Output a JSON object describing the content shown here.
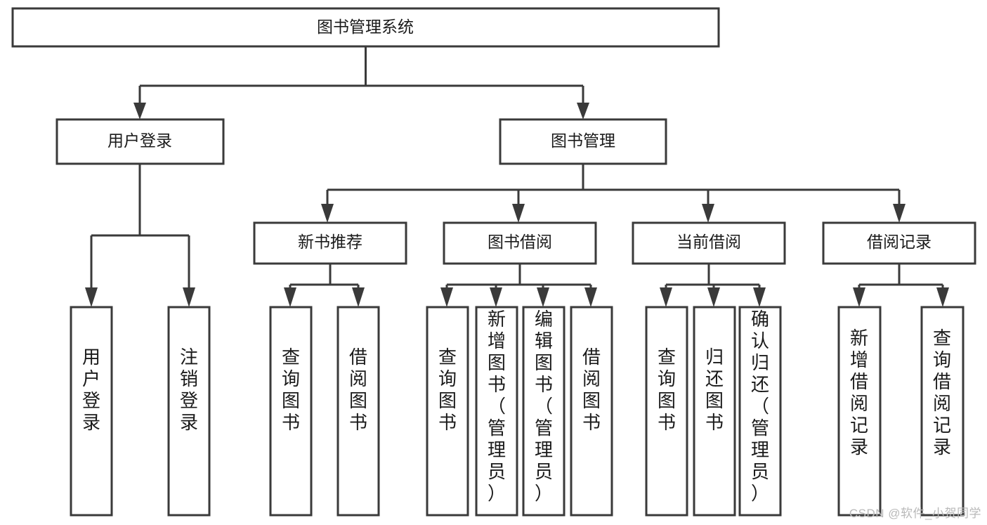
{
  "diagram": {
    "type": "tree-hierarchy",
    "title": "图书管理系统",
    "root": {
      "label": "图书管理系统",
      "orientation": "horizontal"
    },
    "level2": [
      {
        "id": "user-login",
        "label": "用户登录",
        "orientation": "horizontal"
      },
      {
        "id": "book-manage",
        "label": "图书管理",
        "orientation": "horizontal"
      }
    ],
    "level3": [
      {
        "id": "new-book-recommend",
        "label": "新书推荐",
        "orientation": "horizontal",
        "parent": "book-manage"
      },
      {
        "id": "book-borrow",
        "label": "图书借阅",
        "orientation": "horizontal",
        "parent": "book-manage"
      },
      {
        "id": "current-borrow",
        "label": "当前借阅",
        "orientation": "horizontal",
        "parent": "book-manage"
      },
      {
        "id": "borrow-record",
        "label": "借阅记录",
        "orientation": "horizontal",
        "parent": "book-manage"
      }
    ],
    "leaves": [
      {
        "id": "leaf-user-login",
        "label": "用户登录",
        "parent": "user-login",
        "orientation": "vertical"
      },
      {
        "id": "leaf-logout-login",
        "label": "注销登录",
        "parent": "user-login",
        "orientation": "vertical"
      },
      {
        "id": "leaf-query-book-1",
        "label": "查询图书",
        "parent": "new-book-recommend",
        "orientation": "vertical"
      },
      {
        "id": "leaf-borrow-book-1",
        "label": "借阅图书",
        "parent": "new-book-recommend",
        "orientation": "vertical"
      },
      {
        "id": "leaf-query-book-2",
        "label": "查询图书",
        "parent": "book-borrow",
        "orientation": "vertical"
      },
      {
        "id": "leaf-add-book",
        "label": "新增图书（管理员）",
        "parent": "book-borrow",
        "orientation": "vertical"
      },
      {
        "id": "leaf-edit-book",
        "label": "编辑图书（管理员）",
        "parent": "book-borrow",
        "orientation": "vertical"
      },
      {
        "id": "leaf-borrow-book-2",
        "label": "借阅图书",
        "parent": "book-borrow",
        "orientation": "vertical"
      },
      {
        "id": "leaf-query-book-3",
        "label": "查询图书",
        "parent": "current-borrow",
        "orientation": "vertical"
      },
      {
        "id": "leaf-return-book",
        "label": "归还图书",
        "parent": "current-borrow",
        "orientation": "vertical"
      },
      {
        "id": "leaf-confirm-return",
        "label": "确认归还（管理员）",
        "parent": "current-borrow",
        "orientation": "vertical"
      },
      {
        "id": "leaf-add-record",
        "label": "新增借阅记录",
        "parent": "borrow-record",
        "orientation": "vertical"
      },
      {
        "id": "leaf-query-record",
        "label": "查询借阅记录",
        "parent": "borrow-record",
        "orientation": "vertical"
      }
    ],
    "colors": {
      "box_fill": "#ffffff",
      "box_stroke": "#3a3a3a",
      "text": "#1a1a1a",
      "background": "#ffffff",
      "watermark": "#b9b9b9"
    }
  },
  "watermark": {
    "text": "CSDN @软件_小贺同学"
  }
}
